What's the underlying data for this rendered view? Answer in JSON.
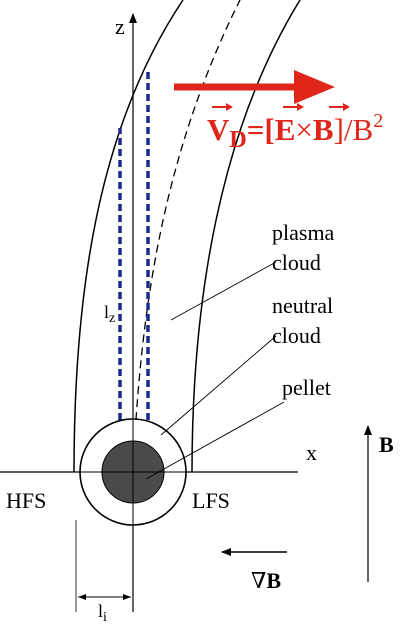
{
  "labels": {
    "z_axis": "z",
    "x_axis": "x",
    "l_z": "l",
    "l_z_sub": "z",
    "l_i": "l",
    "l_i_sub": "i",
    "plasma_cloud_line1": "plasma",
    "plasma_cloud_line2": "cloud",
    "neutral_cloud_line1": "neutral",
    "neutral_cloud_line2": "cloud",
    "pellet": "pellet",
    "hfs": "HFS",
    "lfs": "LFS",
    "b_field": "B",
    "grad_b_nabla": "∇",
    "grad_b_b": "B"
  },
  "drift_velocity": {
    "v": "V",
    "v_sub": "D",
    "eq_open": "=[",
    "e": "E",
    "times": "×",
    "b": "B",
    "close_div": "]/B",
    "exp": "2"
  },
  "colors": {
    "accent_red": "#e0261b",
    "dashed_blue": "#1a2a8c",
    "pellet_fill": "#4a4a4a",
    "line": "#000000"
  }
}
